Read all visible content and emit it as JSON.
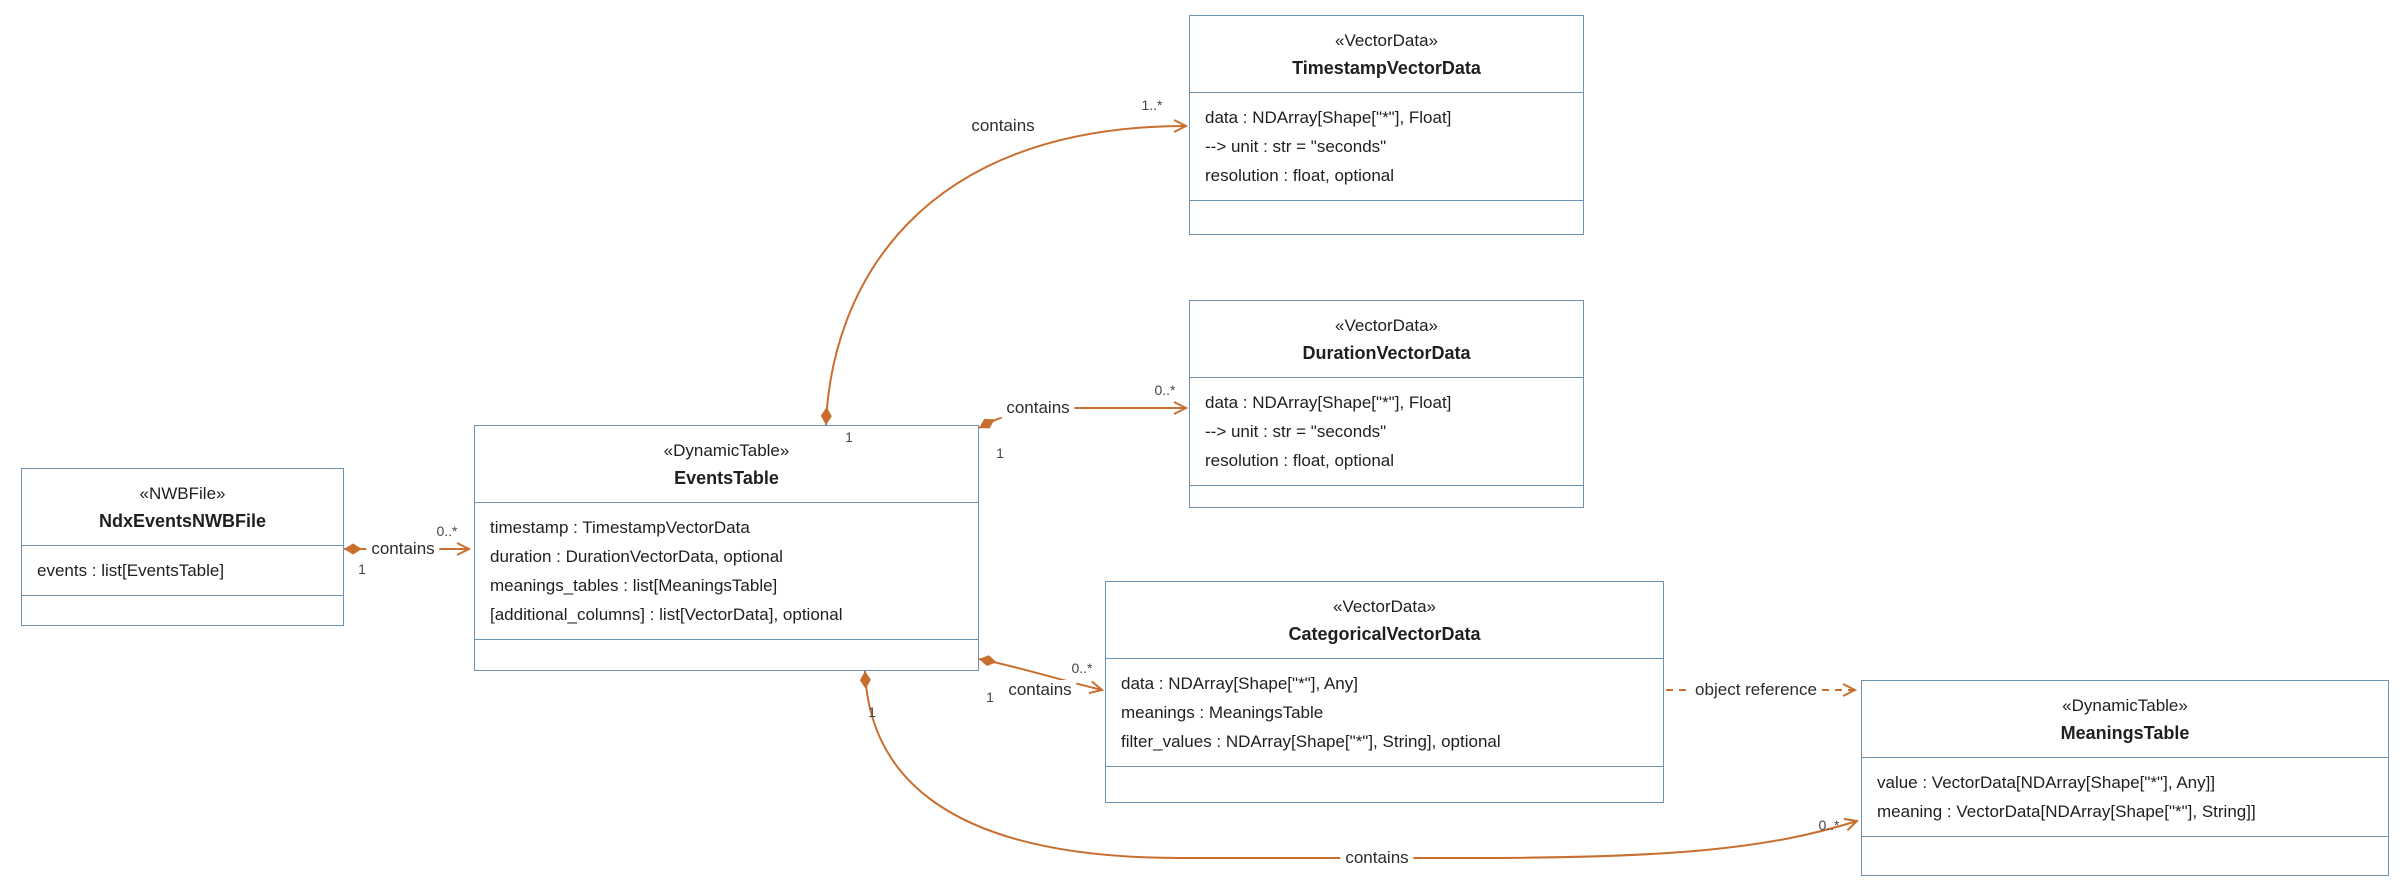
{
  "diagram": {
    "kind": "uml-class-diagram",
    "classes": {
      "nwbfile": {
        "stereotype": "«NWBFile»",
        "name": "NdxEventsNWBFile",
        "attributes": [
          "events : list[EventsTable]"
        ]
      },
      "events_table": {
        "stereotype": "«DynamicTable»",
        "name": "EventsTable",
        "attributes": [
          "timestamp : TimestampVectorData",
          "duration : DurationVectorData, optional",
          "meanings_tables : list[MeaningsTable]",
          "[additional_columns] : list[VectorData], optional"
        ]
      },
      "timestamp_vd": {
        "stereotype": "«VectorData»",
        "name": "TimestampVectorData",
        "attributes": [
          "data : NDArray[Shape[\"*\"], Float]",
          "--> unit : str = \"seconds\"",
          "resolution : float, optional"
        ]
      },
      "duration_vd": {
        "stereotype": "«VectorData»",
        "name": "DurationVectorData",
        "attributes": [
          "data : NDArray[Shape[\"*\"], Float]",
          "--> unit : str = \"seconds\"",
          "resolution : float, optional"
        ]
      },
      "categorical_vd": {
        "stereotype": "«VectorData»",
        "name": "CategoricalVectorData",
        "attributes": [
          "data : NDArray[Shape[\"*\"], Any]",
          "meanings : MeaningsTable",
          "filter_values : NDArray[Shape[\"*\"], String], optional"
        ]
      },
      "meanings_table": {
        "stereotype": "«DynamicTable»",
        "name": "MeaningsTable",
        "attributes": [
          "value : VectorData[NDArray[Shape[\"*\"], Any]]",
          "meaning : VectorData[NDArray[Shape[\"*\"], String]]"
        ]
      }
    },
    "edges": {
      "nwbfile_contains_eventstable": {
        "label": "contains",
        "kind": "composition",
        "source": "NdxEventsNWBFile",
        "target": "EventsTable",
        "source_multiplicity": "1",
        "target_multiplicity": "0..*"
      },
      "eventstable_contains_timestamp": {
        "label": "contains",
        "kind": "composition",
        "source": "EventsTable",
        "target": "TimestampVectorData",
        "source_multiplicity": "1",
        "target_multiplicity": "1..*"
      },
      "eventstable_contains_duration": {
        "label": "contains",
        "kind": "composition",
        "source": "EventsTable",
        "target": "DurationVectorData",
        "source_multiplicity": "1",
        "target_multiplicity": "0..*"
      },
      "eventstable_contains_categorical": {
        "label": "contains",
        "kind": "composition",
        "source": "EventsTable",
        "target": "CategoricalVectorData",
        "source_multiplicity": "1",
        "target_multiplicity": "0..*"
      },
      "eventstable_contains_meanings": {
        "label": "contains",
        "kind": "composition",
        "source": "EventsTable",
        "target": "MeaningsTable",
        "source_multiplicity": "1",
        "target_multiplicity": "0..*"
      },
      "categorical_objectref_meanings": {
        "label": "object reference",
        "kind": "dashed-reference",
        "source": "CategoricalVectorData",
        "target": "MeaningsTable"
      }
    },
    "colors": {
      "box_border": "#6d92b3",
      "box_background": "#ffffff",
      "edge": "#c86f30",
      "edge_label_text": "#2d2d2d",
      "multiplicity_text": "#454545"
    }
  }
}
